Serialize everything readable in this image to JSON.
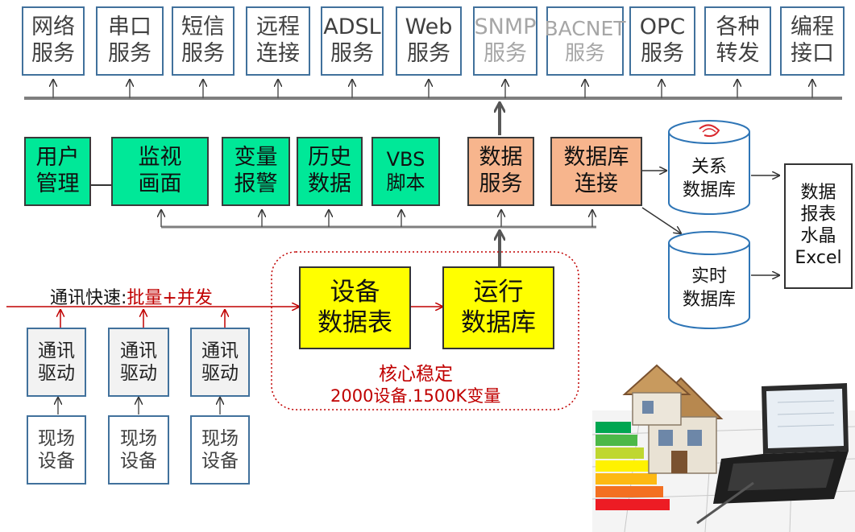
{
  "top_services": [
    {
      "label": "网络\n服务",
      "muted": false
    },
    {
      "label": "串口\n服务",
      "muted": false
    },
    {
      "label": "短信\n服务",
      "muted": false
    },
    {
      "label": "远程\n连接",
      "muted": false
    },
    {
      "label": "ADSL\n服务",
      "muted": false
    },
    {
      "label": "Web\n服务",
      "muted": false
    },
    {
      "label": "SNMP\n服务",
      "muted": true
    },
    {
      "label": "BACNET\n服务",
      "muted": true
    },
    {
      "label": "OPC\n服务",
      "muted": false
    },
    {
      "label": "各种\n转发",
      "muted": false
    },
    {
      "label": "编程\n接口",
      "muted": false
    }
  ],
  "modules": {
    "user_mgmt": "用户\n管理",
    "monitor": "监视\n画面",
    "alarm": "变量\n报警",
    "history": "历史\n数据",
    "vbs": "VBS\n脚本",
    "data_service": "数据\n服务",
    "db_connect": "数据库\n连接"
  },
  "databases": {
    "relational": "关系\n数据库",
    "realtime": "实时\n数据库"
  },
  "output": "数据\n报表\n水晶\nExcel",
  "core": {
    "device_table": "设备\n数据表",
    "runtime_db": "运行\n数据库",
    "stable_label": "核心稳定",
    "capacity_label": "2000设备.1500K变量"
  },
  "comm": {
    "label_black": "通讯快速:",
    "label_red": "批量+并发"
  },
  "drivers": [
    "通讯\n驱动",
    "通讯\n驱动",
    "通讯\n驱动"
  ],
  "field_devices": [
    "现场\n设备",
    "现场\n设备",
    "现场\n设备"
  ],
  "colors": {
    "module_green": "#00e898",
    "module_orange": "#f7b58d",
    "core_yellow": "#ffff00",
    "accent_red": "#c00000",
    "border_blue": "#41719c"
  }
}
